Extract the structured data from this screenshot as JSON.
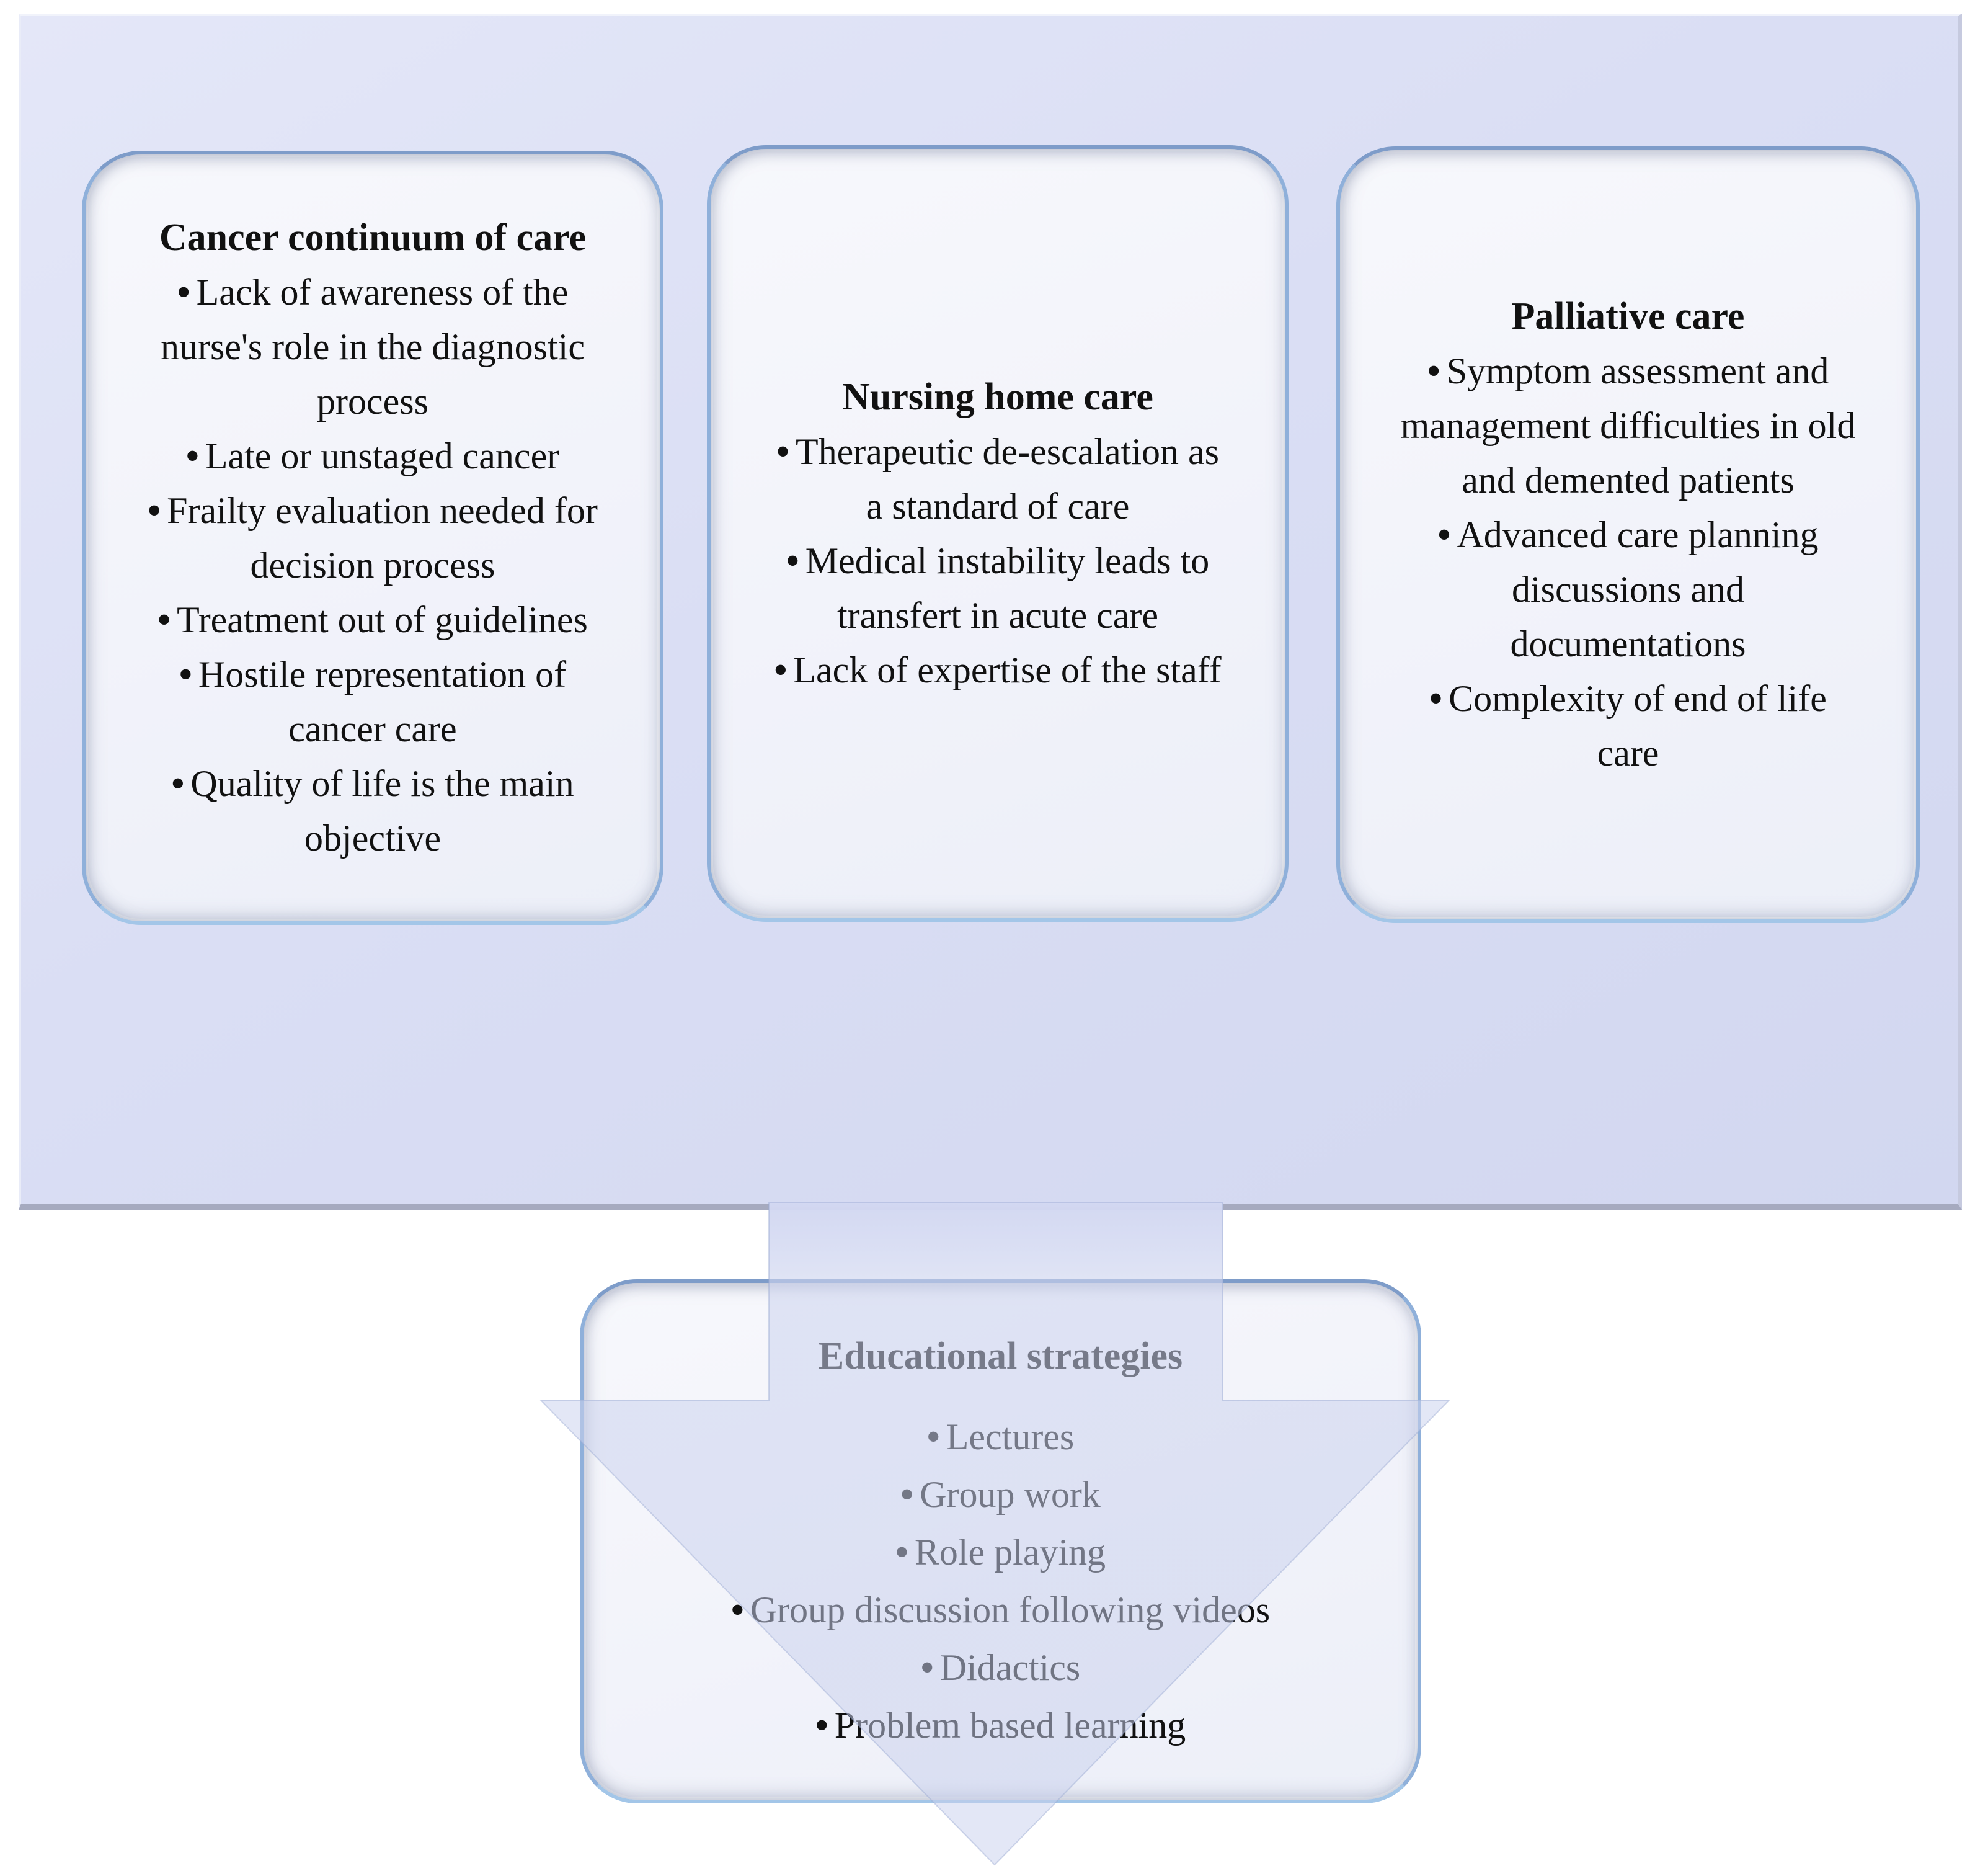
{
  "figure": {
    "panels": [
      {
        "title": "Cancer continuum of care",
        "bullets": [
          "Lack of awareness of the nurse's role in the diagnostic process",
          "Late or unstaged cancer",
          "Frailty evaluation needed for decision process",
          "Treatment out of guidelines",
          "Hostile representation of cancer care",
          "Quality of life is the main objective"
        ]
      },
      {
        "title": "Nursing home care",
        "bullets": [
          "Therapeutic de-escalation as a standard of care",
          "Medical instability leads to transfert in acute care",
          "Lack of expertise of the staff"
        ]
      },
      {
        "title": "Palliative care",
        "bullets": [
          "Symptom assessment and management difficulties in old and demented patients",
          "Advanced care planning discussions and documentations",
          "Complexity of end of life care"
        ]
      }
    ],
    "strategies": {
      "title": "Educational strategies",
      "bullets": [
        "Lectures",
        "Group work",
        "Role playing",
        "Group discussion following videos",
        "Didactics",
        "Problem based learning"
      ]
    },
    "colors": {
      "panel_bg": "#d9def3",
      "card_border_top": "#7e9cc9",
      "card_border_side": "#8fb0da",
      "card_bg": "#f3f4fb",
      "arrow_fill": "#ccd4ee",
      "text": "#111111"
    }
  }
}
